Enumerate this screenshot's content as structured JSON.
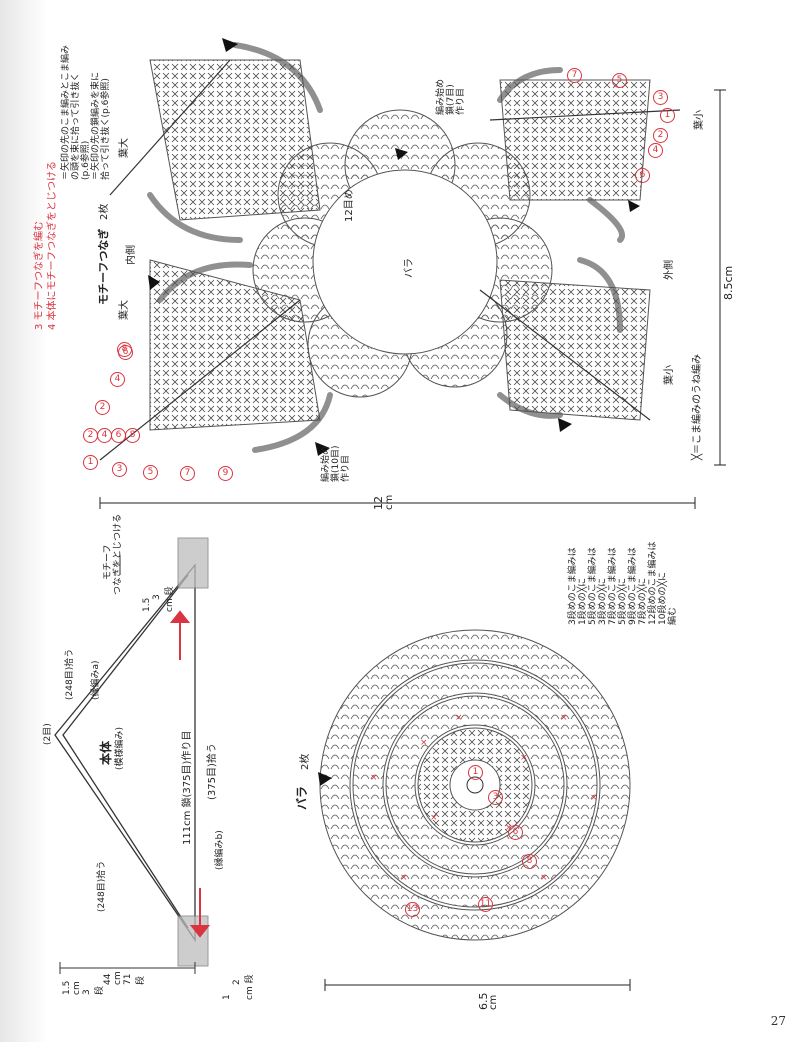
{
  "page": {
    "number": "27"
  },
  "steps": {
    "step3": "3 モチーフつなぎを編む",
    "step4": "4 本体にモチーフつなぎをとじつける"
  },
  "legend_symbols": {
    "line1a": "＝矢印の先のこま編みとこま編み",
    "line1b": "の頭を束に拾って引き抜く",
    "line1c": "(p.6参照)",
    "line2a": "＝矢印の先の鎖編みを束に",
    "line2b": "拾って引き抜く(p.6参照)"
  },
  "motif_connector": {
    "title": "モチーフつなぎ",
    "count": "2枚",
    "inner": "内側",
    "outer": "外側",
    "leaf_large_1": "葉大",
    "leaf_large_2": "葉大",
    "leaf_small_1": "葉小",
    "leaf_small_2": "葉小",
    "rose_label": "バラ",
    "stitches_12": "12目め",
    "start_7": "編み始め",
    "start_7b": "鎖(7目)",
    "start_7c": "作り目",
    "start_10": "編み始め",
    "start_10b": "鎖(10目)",
    "start_10c": "作り目",
    "dim_85": "8.5cm",
    "dim_12": "12",
    "dim_12_unit": "cm",
    "symbol_note": "╳＝こま編みのうね編み",
    "row_numbers_top": [
      "7",
      "5",
      "3",
      "1",
      "2",
      "4",
      "6"
    ],
    "row_numbers_left": [
      "1",
      "2",
      "3",
      "4",
      "5",
      "6",
      "7",
      "8",
      "9"
    ],
    "row_numbers_top_left": [
      "2",
      "4",
      "6",
      "8"
    ]
  },
  "body": {
    "title": "本体",
    "subtitle": "(模様編み)",
    "foundation": "111cm 鎖(375目)作り目",
    "pick_375": "(375目)拾う",
    "edge_a": "(縁編みa)",
    "edge_b": "(縁編みb)",
    "pick_248_top": "(248目)拾う",
    "pick_248_bottom": "(248目)拾う",
    "two_st": "(2目)",
    "attach": "モチーフ",
    "attach_b": "つなぎをとじつける",
    "dim_15_3": "1.5",
    "dim_15_3b": "3",
    "dim_15_3c": "cm 段",
    "dim_44": "44",
    "dim_44b": "cm",
    "dim_71": "71",
    "dim_71b": "段",
    "dim_15": "1.5",
    "dim_15b": "cm",
    "dim_3": "3",
    "dim_3b": "段",
    "dim_12": "1",
    "dim_12b": "2",
    "dim_12c": "cm 段"
  },
  "rose": {
    "title": "バラ",
    "count": "2枚",
    "dim": "6.5",
    "dim_unit": "cm",
    "notes": [
      "3段めのこま編みは",
      "1段めの╳に",
      "5段めのこま編みは",
      "3段めの╳に",
      "7段めのこま編みは",
      "5段めの╳に",
      "9段めのこま編みは",
      "7段めの╳に",
      "12段めのこま編みは",
      "10段めの╳に",
      "編む"
    ],
    "row_marks": [
      "1",
      "3",
      "6",
      "8",
      "11",
      "13"
    ]
  },
  "colors": {
    "accent": "#d9343f",
    "line": "#333333"
  }
}
